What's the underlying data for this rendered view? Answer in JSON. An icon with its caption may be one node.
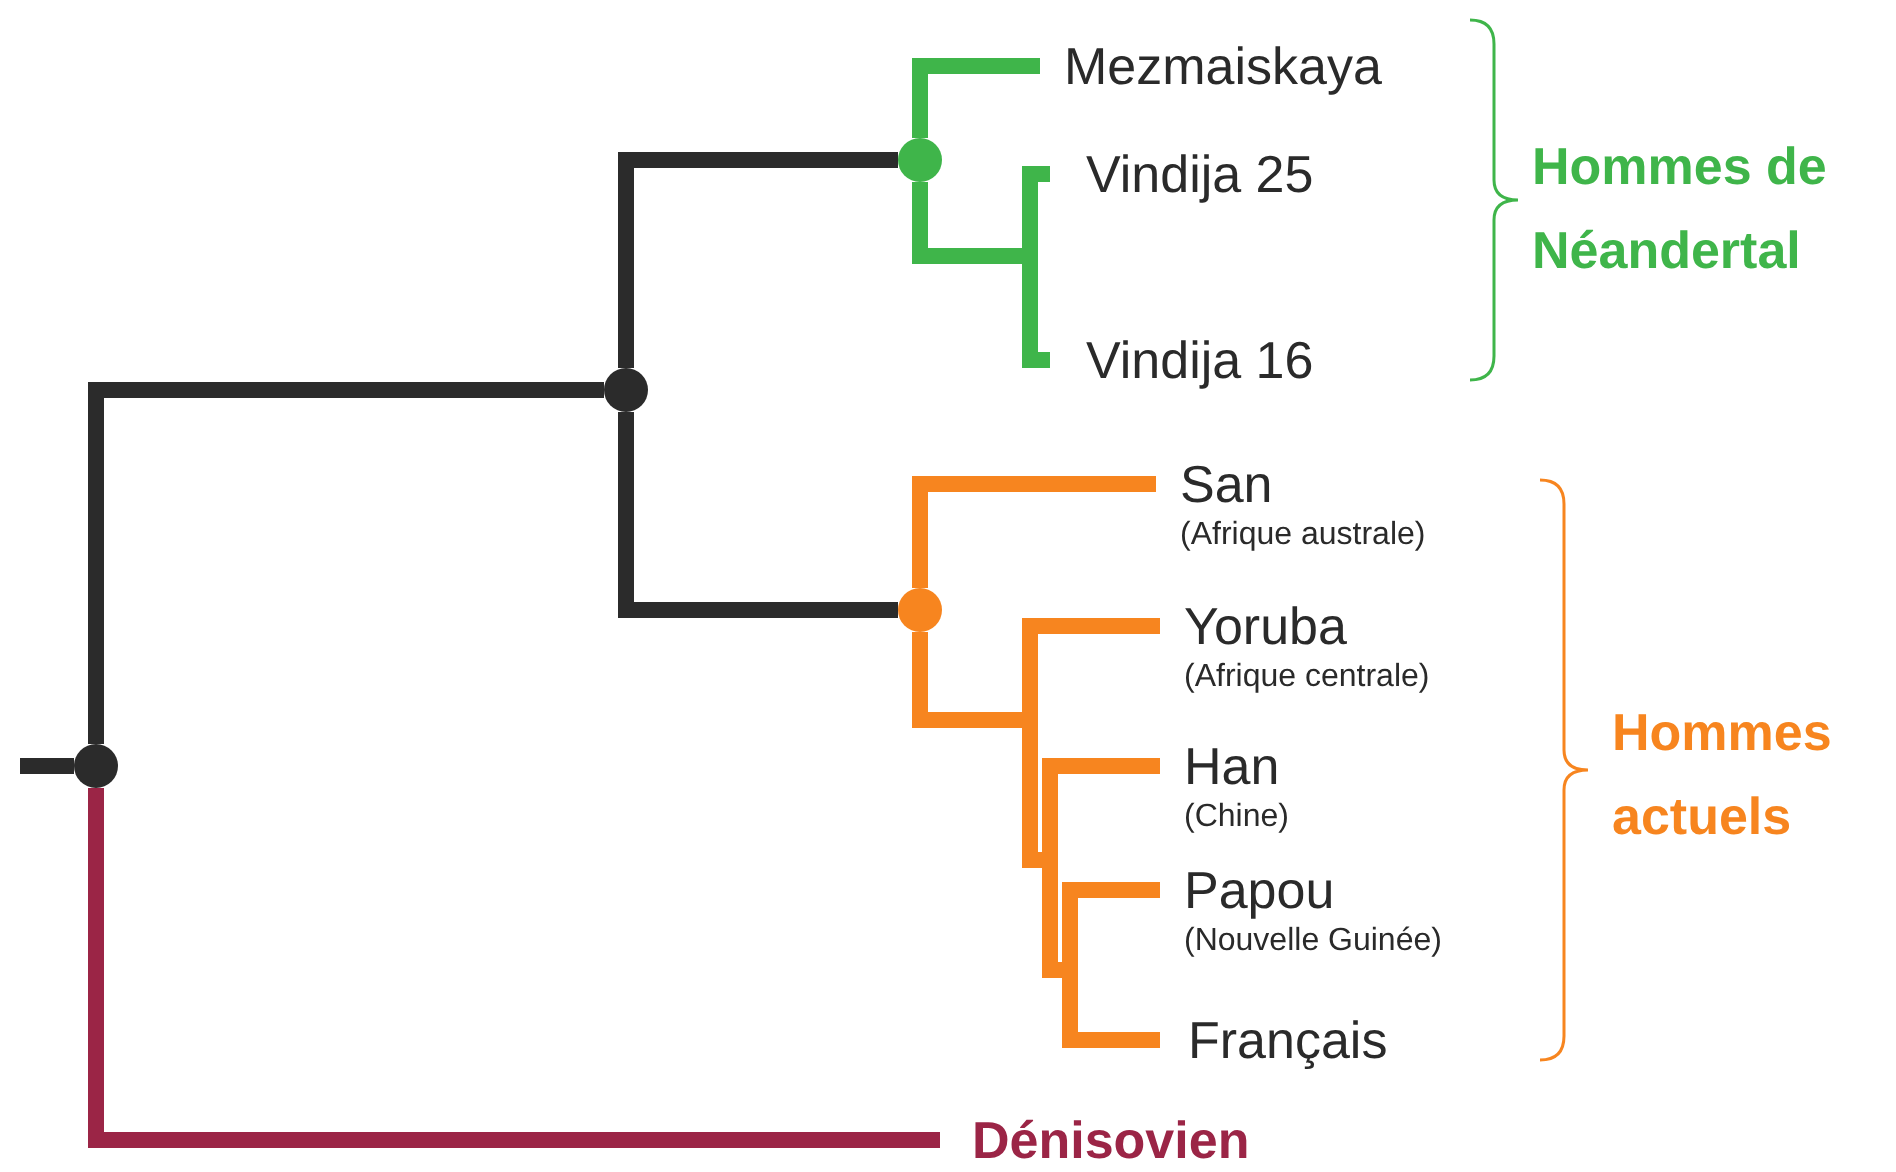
{
  "diagram": {
    "nodes": [
      {
        "text": [],
        "shape": "circle"
      },
      {
        "text": [],
        "shape": "circle"
      },
      {
        "text": [],
        "shape": "circle"
      },
      {
        "text": [],
        "shape": "circle"
      },
      {
        "text": [
          "Mezmaiskaya"
        ]
      },
      {
        "text": [
          "Vindija 25"
        ]
      },
      {
        "text": [
          "Vindija 16"
        ]
      },
      {
        "text": [
          "San",
          "(Afrique australe)"
        ]
      },
      {
        "text": [
          "Yoruba",
          "(Afrique centrale)"
        ]
      },
      {
        "text": [
          "Han",
          "(Chine)"
        ]
      },
      {
        "text": [
          "Papou",
          "(Nouvelle Guinée)"
        ]
      },
      {
        "text": [
          "Français"
        ]
      },
      {
        "text": [
          "Dénisovien"
        ]
      }
    ],
    "edges": [
      {
        "from": null,
        "to": 0,
        "arrow": "none",
        "color": "#2b2b2b"
      },
      {
        "from": 0,
        "to": 1,
        "arrow": "none",
        "color": "#2b2b2b"
      },
      {
        "from": 1,
        "to": 2,
        "arrow": "none",
        "color": "#2b2b2b"
      },
      {
        "from": 1,
        "to": 3,
        "arrow": "none",
        "color": "#2b2b2b"
      },
      {
        "from": 0,
        "to": 12,
        "arrow": "none",
        "color": "#9b2546"
      },
      {
        "from": 2,
        "to": 4,
        "arrow": "none",
        "color": "#3fb54a"
      },
      {
        "from": 2,
        "to": 5,
        "arrow": "none",
        "color": "#3fb54a"
      },
      {
        "from": 2,
        "to": 6,
        "arrow": "none",
        "color": "#3fb54a"
      },
      {
        "from": 3,
        "to": 7,
        "arrow": "none",
        "color": "#f7851f"
      },
      {
        "from": 3,
        "to": 8,
        "arrow": "none",
        "color": "#f7851f"
      },
      {
        "from": 3,
        "to": 9,
        "arrow": "none",
        "color": "#f7851f"
      },
      {
        "from": 3,
        "to": 10,
        "arrow": "none",
        "color": "#f7851f"
      },
      {
        "from": 3,
        "to": 11,
        "arrow": "none",
        "color": "#f7851f"
      }
    ],
    "labels": [
      "Hommes de Néandertal",
      "Hommes actuels"
    ]
  }
}
